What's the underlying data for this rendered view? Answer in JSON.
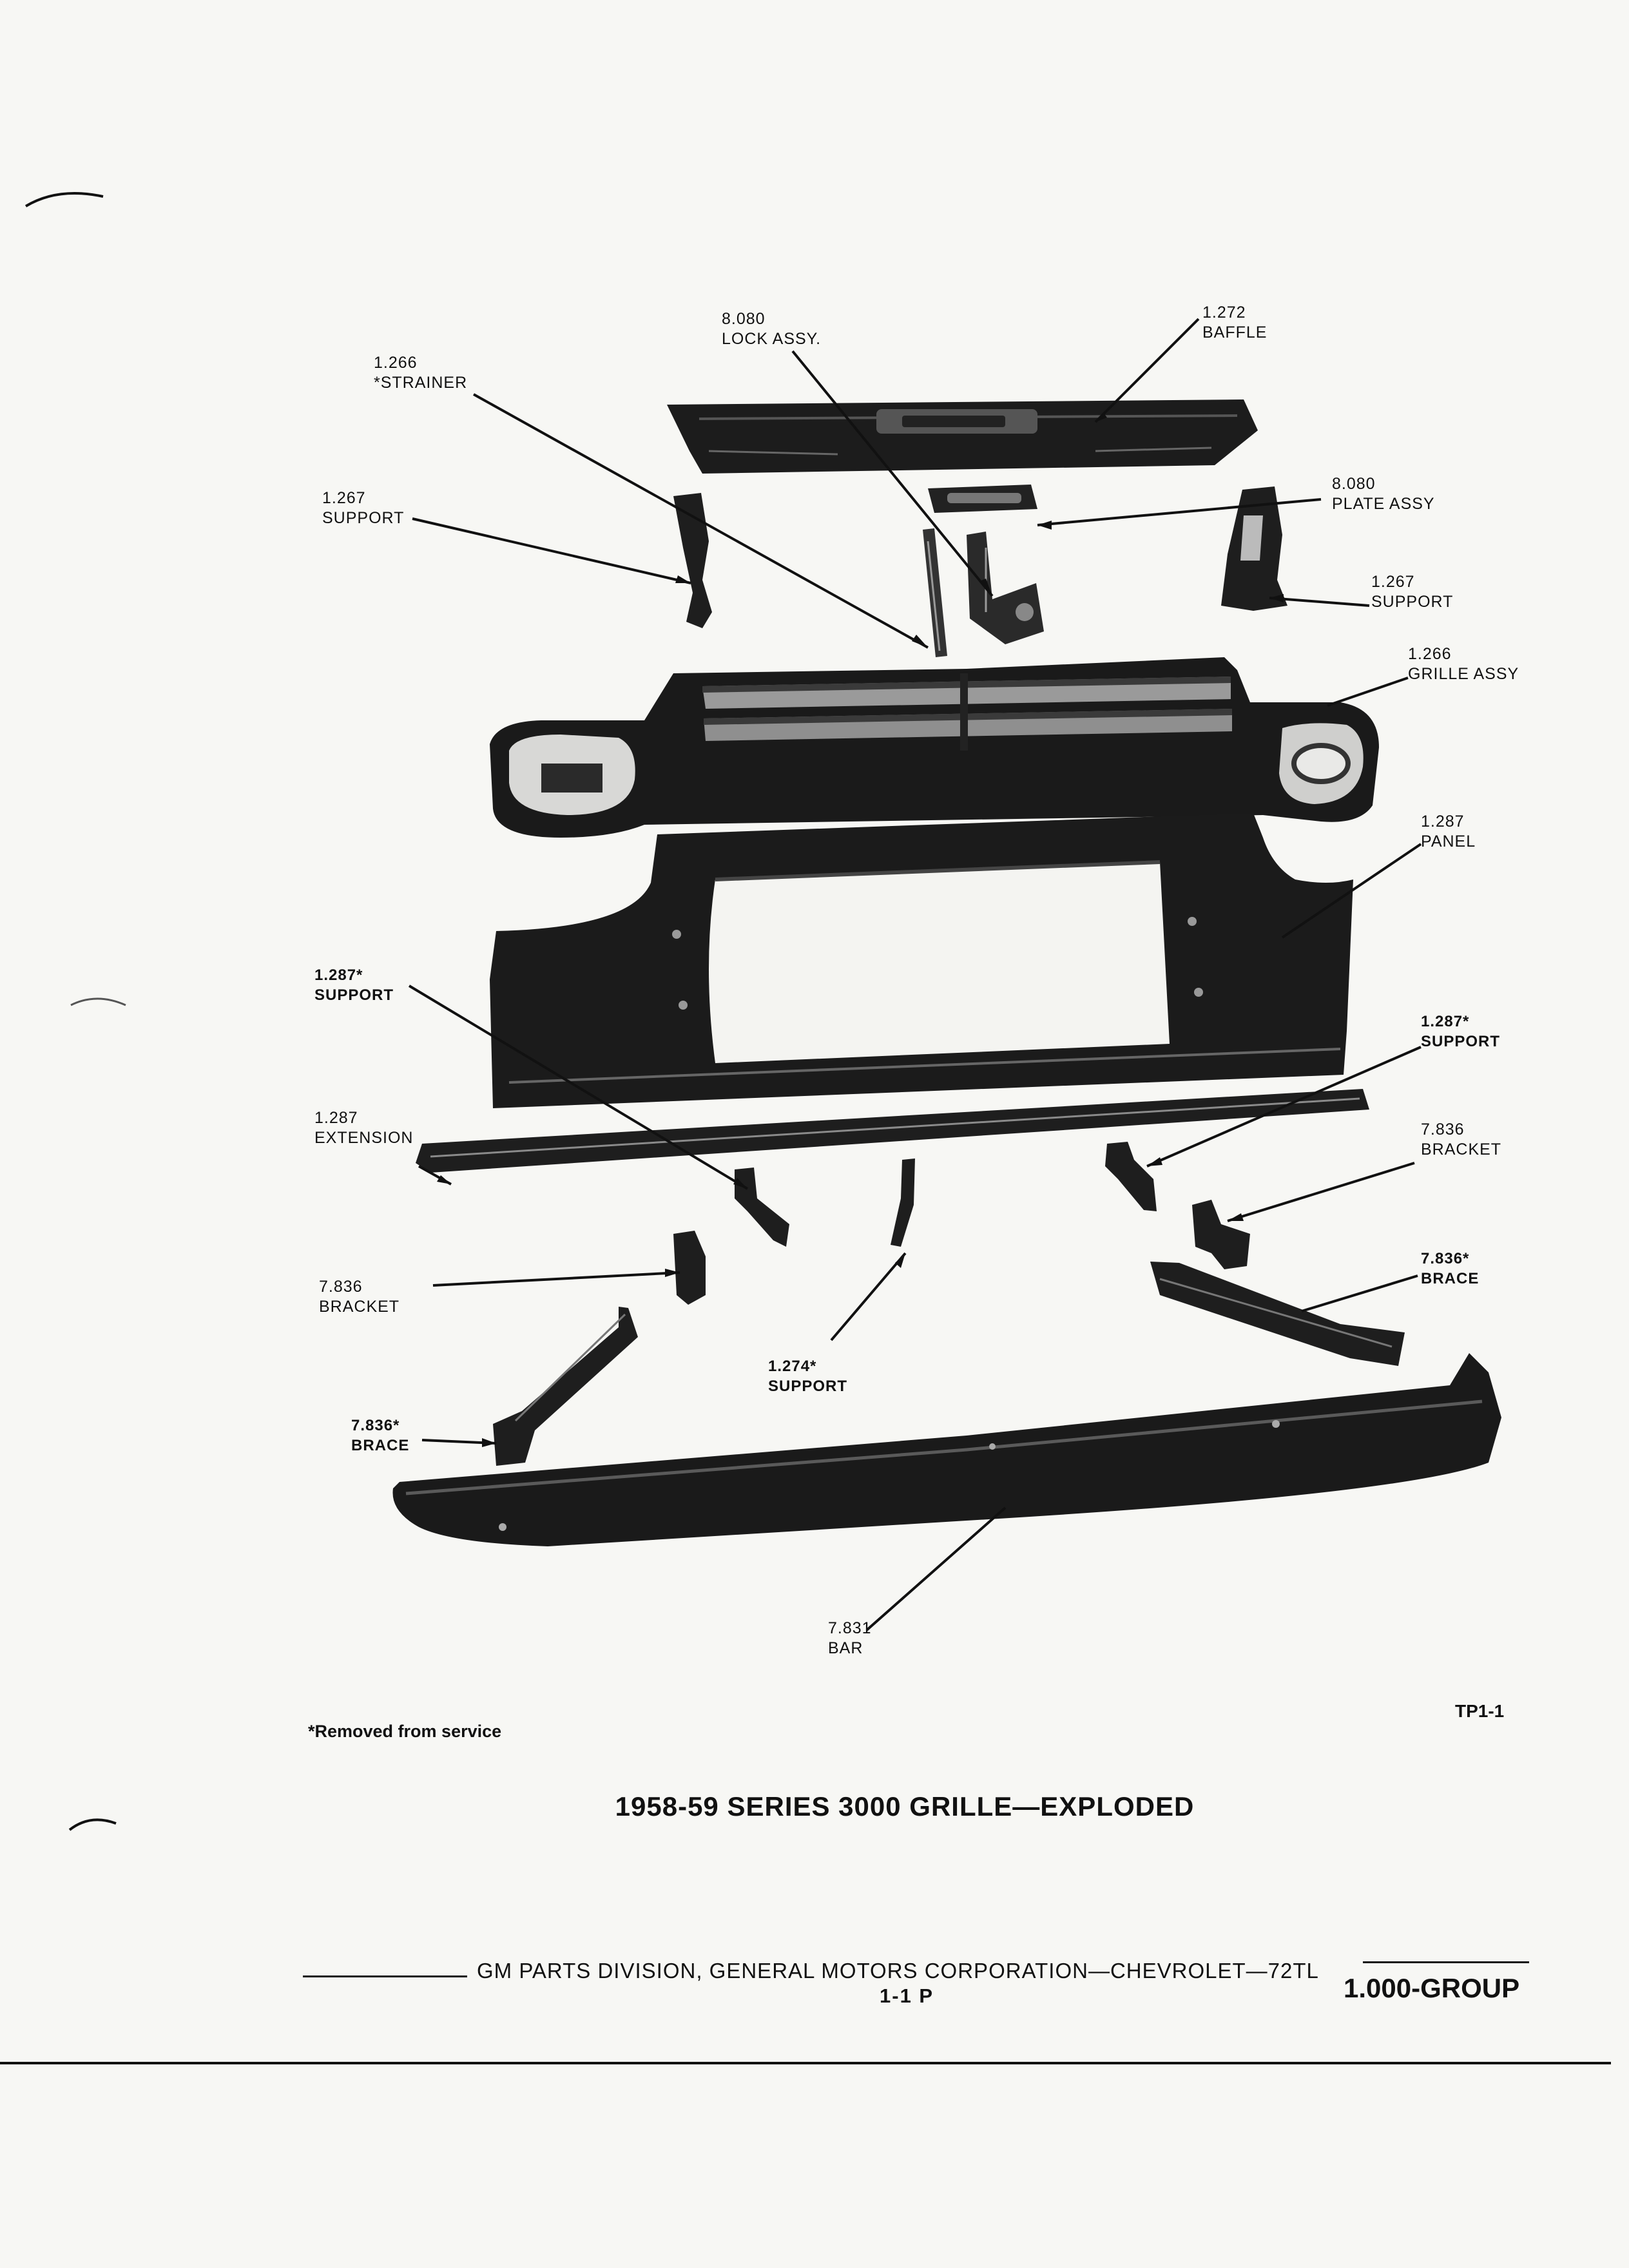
{
  "callouts": [
    {
      "id": "lock-assy",
      "number": "8.080",
      "name": "LOCK ASSY."
    },
    {
      "id": "baffle",
      "number": "1.272",
      "name": "BAFFLE"
    },
    {
      "id": "strainer",
      "number": "1.266",
      "name": "*STRAINER"
    },
    {
      "id": "support-left",
      "number": "1.267",
      "name": "SUPPORT"
    },
    {
      "id": "plate-assy",
      "number": "8.080",
      "name": "PLATE ASSY"
    },
    {
      "id": "support-right",
      "number": "1.267",
      "name": "SUPPORT"
    },
    {
      "id": "grille-assy",
      "number": "1.266",
      "name": "GRILLE ASSY"
    },
    {
      "id": "panel",
      "number": "1.287",
      "name": "PANEL"
    },
    {
      "id": "panel-support-left",
      "number": "1.287*",
      "name": "SUPPORT"
    },
    {
      "id": "panel-support-right",
      "number": "1.287*",
      "name": "SUPPORT"
    },
    {
      "id": "extension",
      "number": "1.287",
      "name": "EXTENSION"
    },
    {
      "id": "bracket-right",
      "number": "7.836",
      "name": "BRACKET"
    },
    {
      "id": "brace-right",
      "number": "7.836*",
      "name": "BRACE"
    },
    {
      "id": "bracket-left",
      "number": "7.836",
      "name": "BRACKET"
    },
    {
      "id": "center-support",
      "number": "1.274*",
      "name": "SUPPORT"
    },
    {
      "id": "brace-left",
      "number": "7.836*",
      "name": "BRACE"
    },
    {
      "id": "bar",
      "number": "7.831",
      "name": "BAR"
    }
  ],
  "footnote": "*Removed from service",
  "figure_id": "TP1-1",
  "caption": "1958-59 SERIES 3000 GRILLE—EXPLODED",
  "footer": {
    "publisher": "GM PARTS DIVISION, GENERAL MOTORS CORPORATION—CHEVROLET—72TL",
    "page": "1-1 P",
    "group": "1.000-GROUP"
  }
}
